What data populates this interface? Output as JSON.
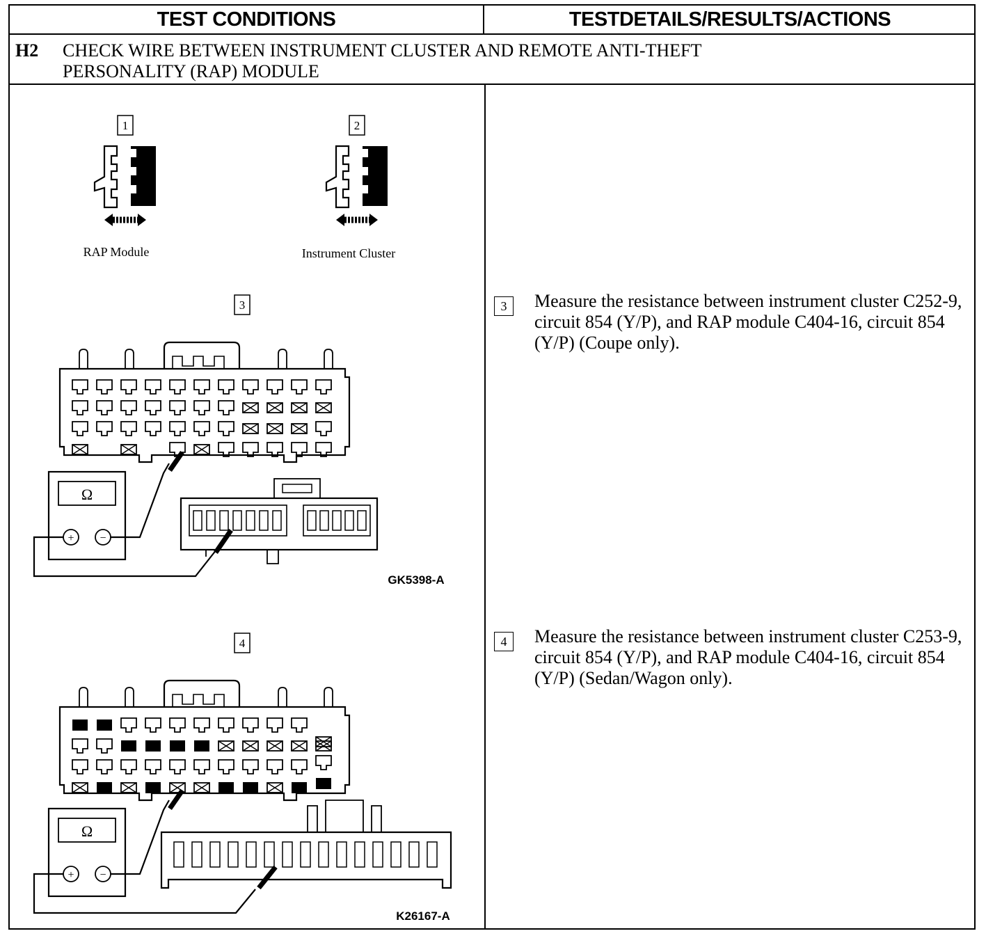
{
  "headers": {
    "test_conditions": "TEST CONDITIONS",
    "test_details": "TESTDETAILS/RESULTS/ACTIONS"
  },
  "step": {
    "id": "H2",
    "title": "CHECK WIRE BETWEEN INSTRUMENT CLUSTER AND REMOTE ANTI-THEFT PERSONALITY (RAP) MODULE"
  },
  "diagram": {
    "callout_1": "1",
    "callout_2": "2",
    "label_rap": "RAP Module",
    "label_cluster": "Instrument Cluster",
    "callout_3": "3",
    "callout_4": "4",
    "ohm_symbol": "Ω",
    "plus": "+",
    "minus": "−",
    "ref_1": "GK5398-A",
    "ref_2": "K26167-A"
  },
  "details": [
    {
      "num": "3",
      "text": "Measure the resistance between instrument cluster C252-9, circuit 854 (Y/P), and RAP module C404-16, circuit 854 (Y/P) (Coupe only)."
    },
    {
      "num": "4",
      "text": "Measure the resistance between instrument cluster C253-9, circuit 854 (Y/P), and RAP module C404-16, circuit 854 (Y/P) (Sedan/Wagon only)."
    }
  ]
}
